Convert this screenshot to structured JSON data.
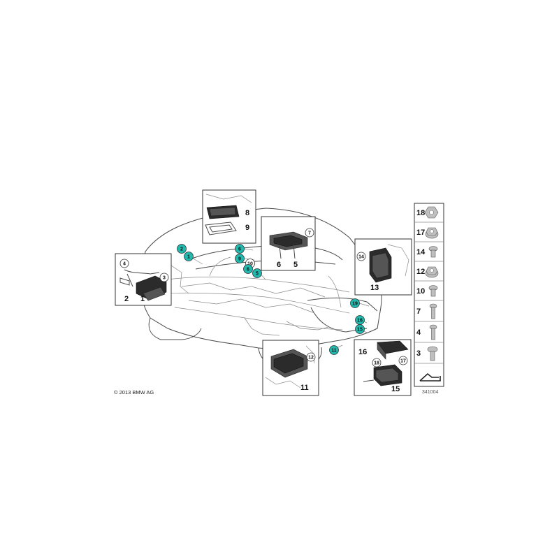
{
  "copyright": "© 2013 BMW AG",
  "figure_code": "341004",
  "colors": {
    "callout_teal": "#22b8ad",
    "callout_white": "#ffffff",
    "line": "#4a4a4a"
  },
  "car_callouts": [
    "2",
    "1",
    "6",
    "9",
    "10",
    "6",
    "5",
    "19",
    "16",
    "15",
    "11"
  ],
  "detail_boxes": {
    "control_unit_left": {
      "labels": [
        "4",
        "3",
        "2",
        "1"
      ]
    },
    "fuse_box_top": {
      "labels": [
        "8",
        "9"
      ]
    },
    "relay_bracket": {
      "labels": [
        "7",
        "6",
        "5"
      ]
    },
    "junction_box_rear": {
      "labels": [
        "14",
        "13"
      ]
    },
    "control_unit_front": {
      "labels": [
        "12",
        "11"
      ]
    },
    "battery_terminal_box": {
      "labels": [
        "16",
        "18",
        "17",
        "15"
      ]
    }
  },
  "fasteners": [
    {
      "number": "18",
      "kind": "hex-nut"
    },
    {
      "number": "17",
      "kind": "flange-nut"
    },
    {
      "number": "14",
      "kind": "screw-short"
    },
    {
      "number": "12",
      "kind": "flange-nut"
    },
    {
      "number": "10",
      "kind": "screw-short"
    },
    {
      "number": "7",
      "kind": "screw-long"
    },
    {
      "number": "4",
      "kind": "screw-long"
    },
    {
      "number": "3",
      "kind": "screw-medium"
    }
  ],
  "legend_icon": "bracket-arrow-icon"
}
